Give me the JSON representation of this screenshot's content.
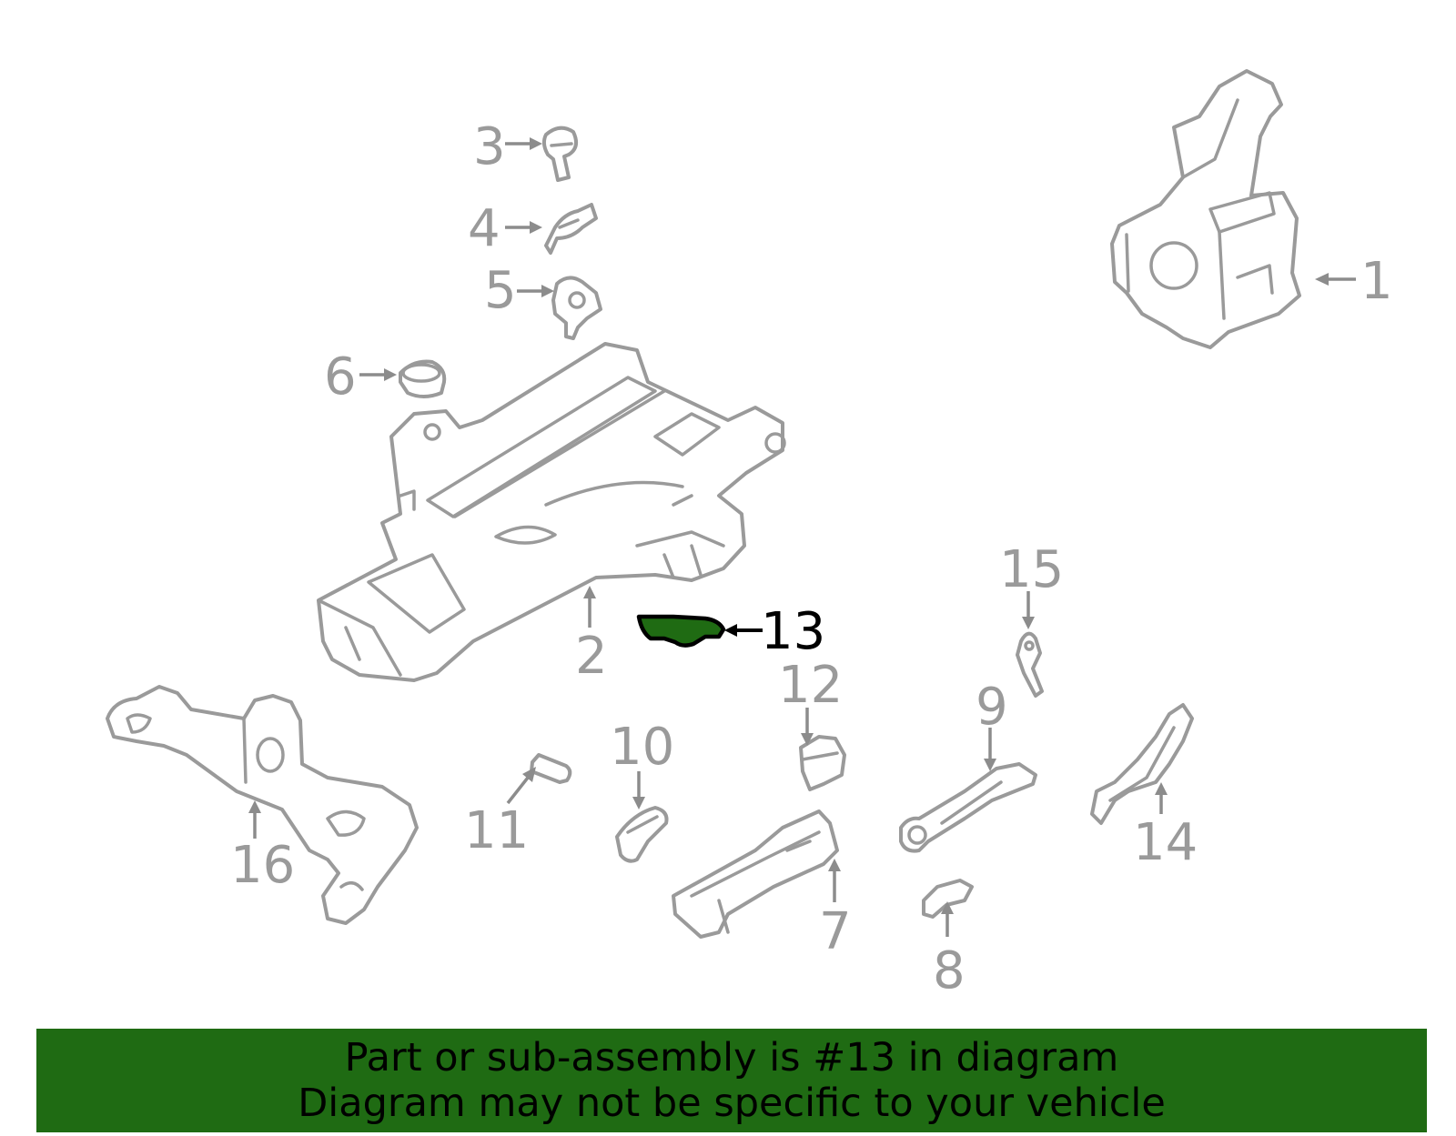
{
  "diagram": {
    "highlight_color": "#1f6b13",
    "outline_color": "#9a9a9a",
    "callouts": [
      {
        "label": "1"
      },
      {
        "label": "2"
      },
      {
        "label": "3"
      },
      {
        "label": "4"
      },
      {
        "label": "5"
      },
      {
        "label": "6"
      },
      {
        "label": "7"
      },
      {
        "label": "8"
      },
      {
        "label": "9"
      },
      {
        "label": "10"
      },
      {
        "label": "11"
      },
      {
        "label": "12"
      },
      {
        "label": "13",
        "highlighted": true
      },
      {
        "label": "14"
      },
      {
        "label": "15"
      },
      {
        "label": "16"
      }
    ]
  },
  "banner": {
    "line1": "Part or sub-assembly is #13 in diagram",
    "line2": "Diagram may not be specific to your vehicle",
    "background": "#1f6b13"
  }
}
